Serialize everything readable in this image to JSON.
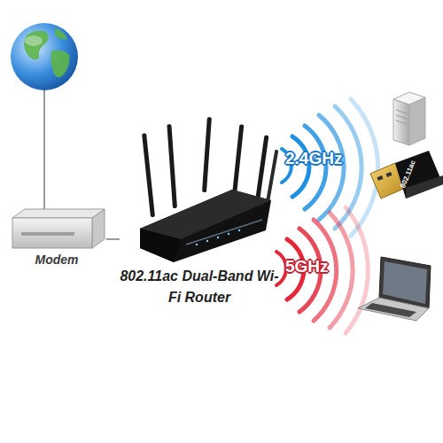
{
  "diagram": {
    "nodes": [
      {
        "text": [
          "Modem"
        ]
      },
      {
        "text": [
          "802.11ac Dual-Band Wi-Fi Router"
        ]
      }
    ],
    "edges": [
      {
        "from": 0,
        "to": 1,
        "arrow": "none"
      }
    ],
    "labels": [
      "2.4GHz",
      "5GHz",
      "802.11ac"
    ]
  }
}
